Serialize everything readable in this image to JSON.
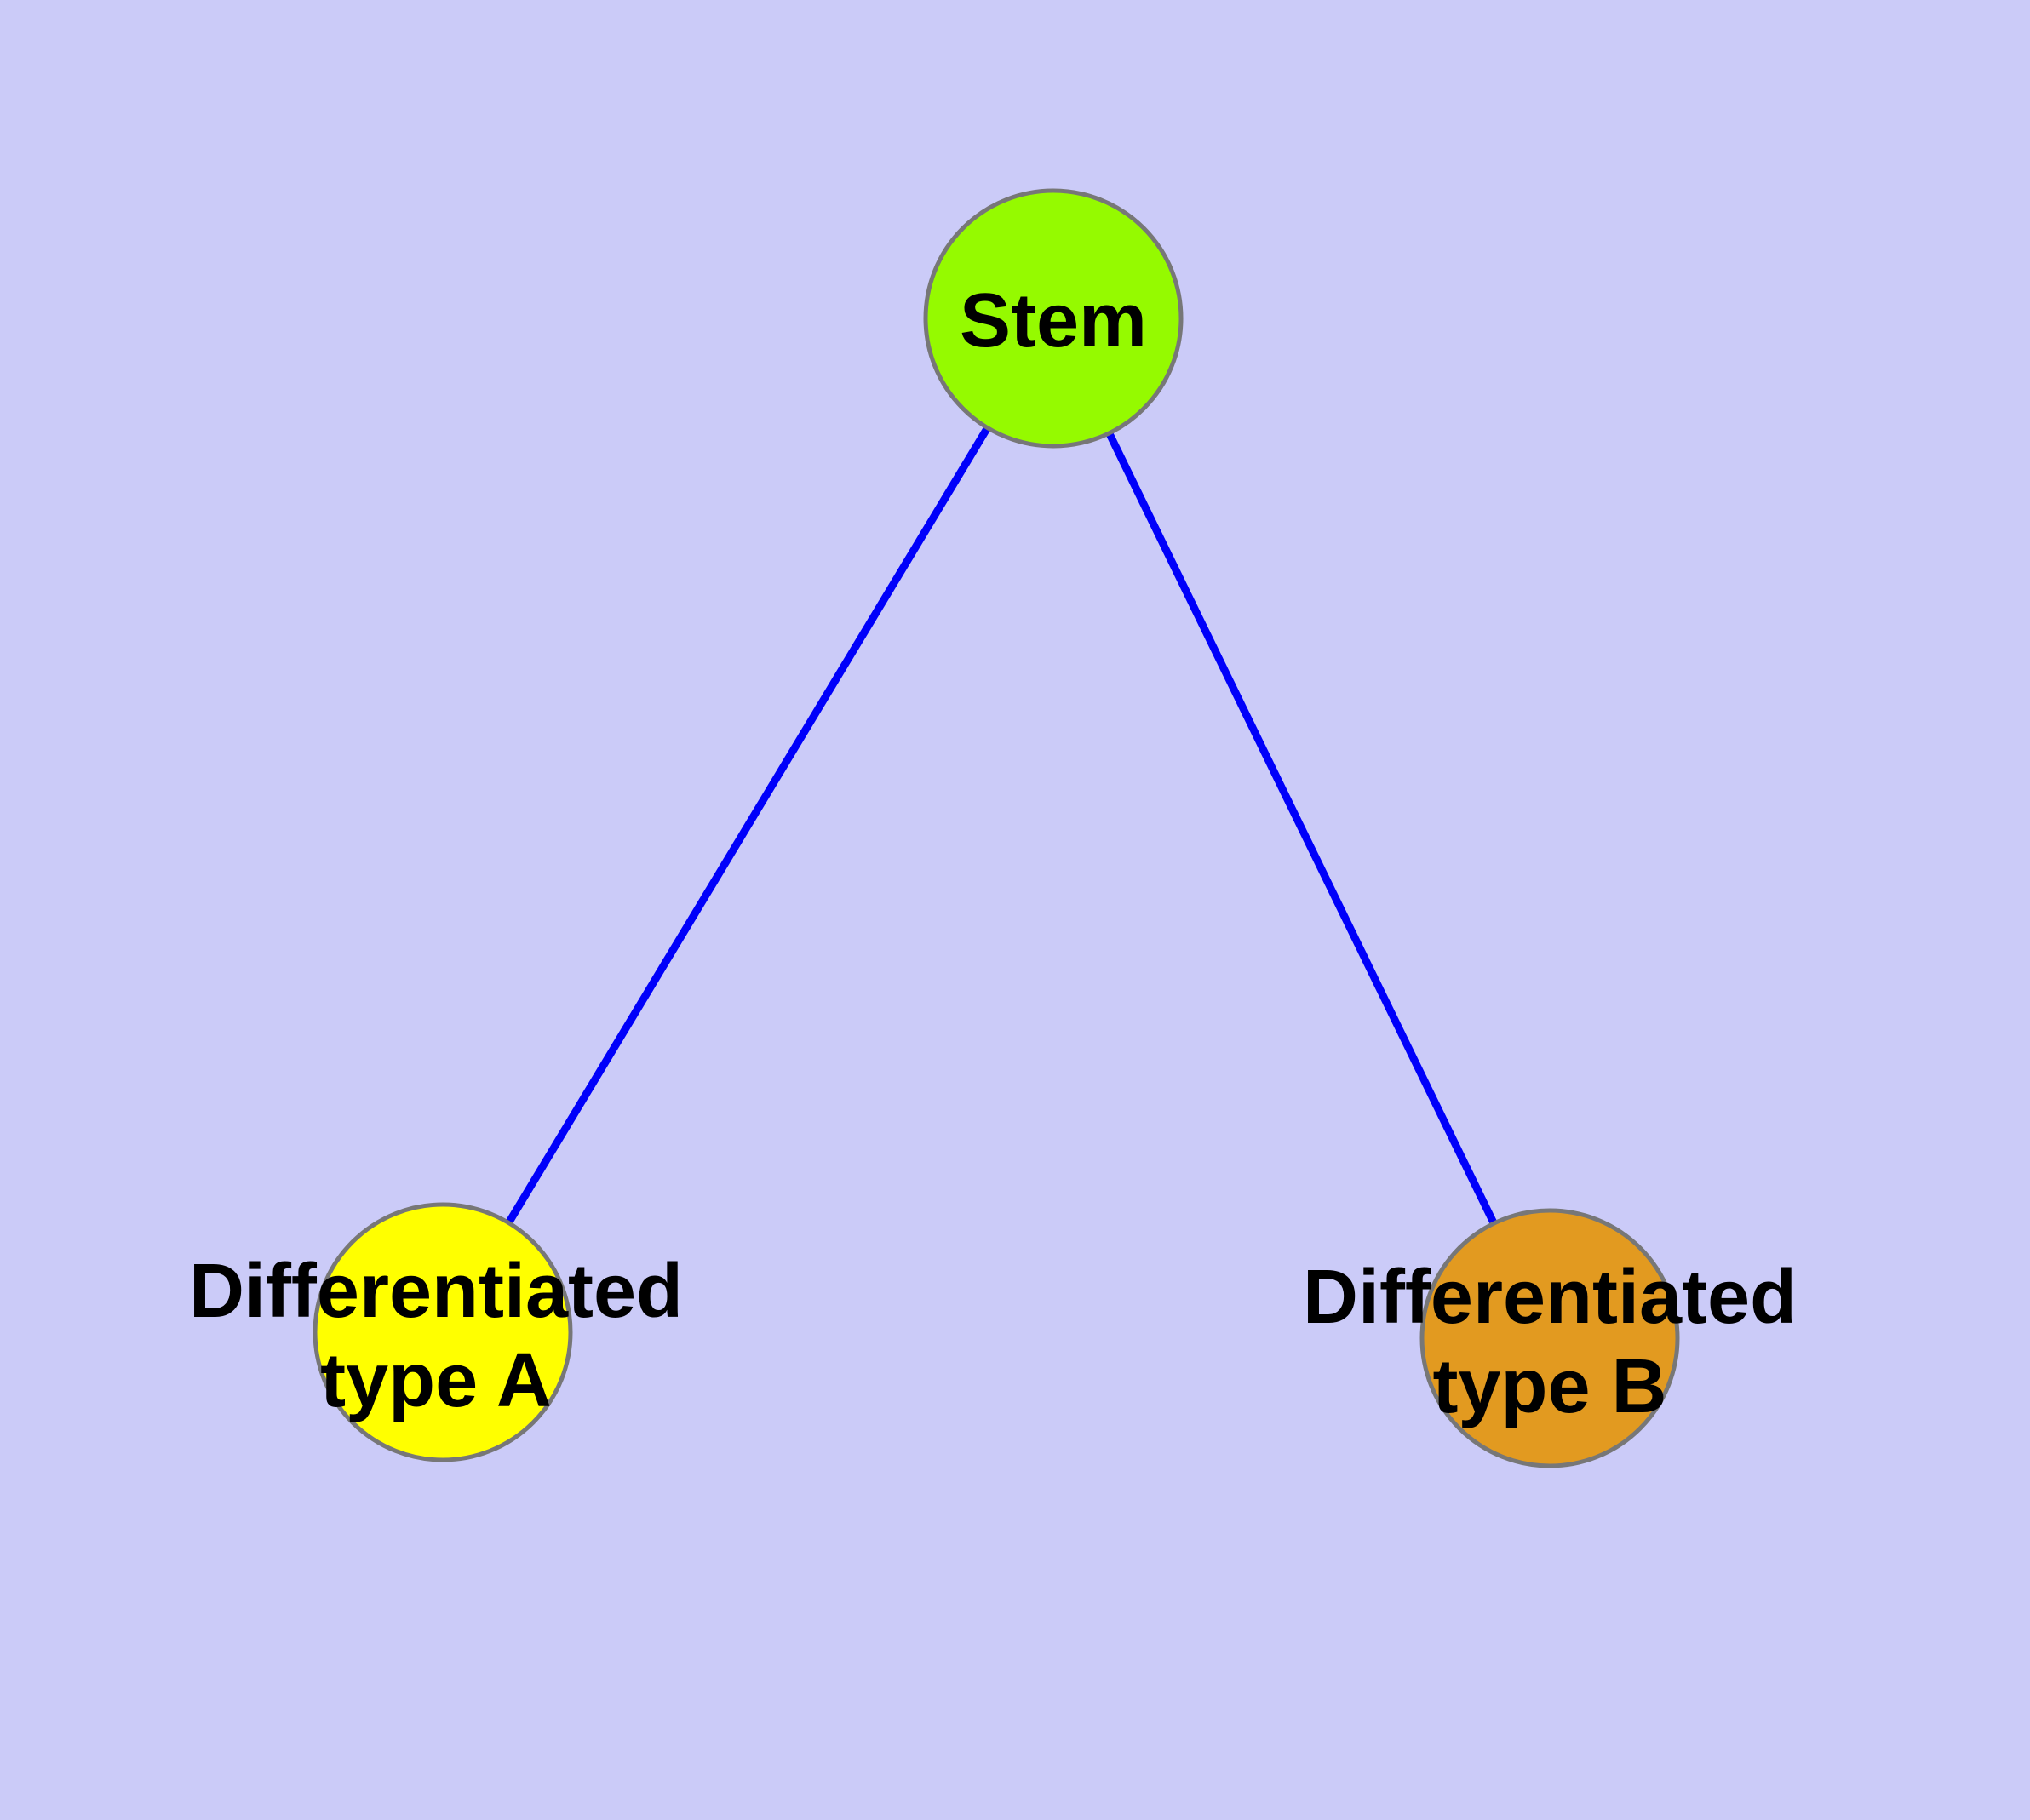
{
  "diagram": {
    "background_color": "#CBCBF8",
    "edge_color": "#0000FA",
    "node_border_color": "#777777",
    "text_color": "#000000",
    "nodes": [
      {
        "id": "stem",
        "label": "Stem",
        "color": "#95FA00"
      },
      {
        "id": "differentiated-type-a",
        "label_line1": "Differentiated",
        "label_line2": "type A",
        "color": "#FFFF00"
      },
      {
        "id": "differentiated-type-b",
        "label_line1": "Differentiated",
        "label_line2": "type B",
        "color": "#E29A20"
      }
    ],
    "edges": [
      {
        "from": "Stem",
        "to": "Differentiated type A"
      },
      {
        "from": "Stem",
        "to": "Differentiated type B"
      }
    ]
  }
}
